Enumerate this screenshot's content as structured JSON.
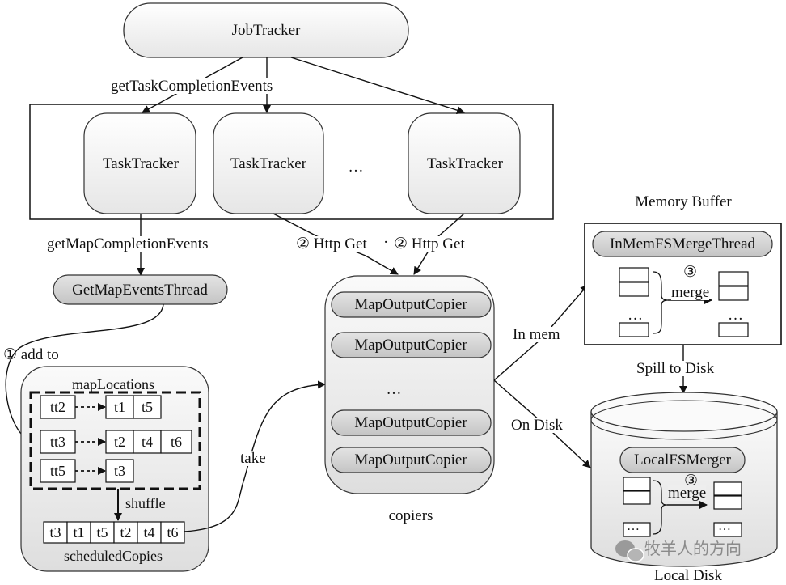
{
  "job_tracker": "JobTracker",
  "get_task_completion_events": "getTaskCompletionEvents",
  "task_trackers": [
    "TaskTracker",
    "TaskTracker",
    "…",
    "TaskTracker"
  ],
  "get_map_completion_events": "getMapCompletionEvents",
  "get_map_events_thread": "GetMapEventsThread",
  "http_get_1": "② Http Get",
  "http_get_sep": "·",
  "http_get_2": "② Http Get",
  "add_to": "① add to",
  "map_locations": {
    "title": "mapLocations",
    "rows": [
      {
        "key": "tt2",
        "cells": [
          "t1",
          "t5"
        ]
      },
      {
        "key": "tt3",
        "cells": [
          "t2",
          "t4",
          "t6"
        ]
      },
      {
        "key": "tt5",
        "cells": [
          "t3"
        ]
      }
    ]
  },
  "shuffle": "shuffle",
  "scheduled_copies": {
    "cells": [
      "t3",
      "t1",
      "t5",
      "t2",
      "t4",
      "t6"
    ],
    "title": "scheduledCopies"
  },
  "take": "take",
  "copiers": {
    "items": [
      "MapOutputCopier",
      "MapOutputCopier",
      "…",
      "MapOutputCopier",
      "MapOutputCopier"
    ],
    "label": "copiers"
  },
  "in_mem": "In mem",
  "on_disk": "On Disk",
  "memory_buffer": {
    "title": "Memory Buffer",
    "thread": "InMemFSMergeThread",
    "merge_num": "③",
    "merge": "merge",
    "ellipsis_left": "…",
    "ellipsis_right": "…"
  },
  "spill_to_disk": "Spill to Disk",
  "local_disk": {
    "title": "Local Disk",
    "merger": "LocalFSMerger",
    "merge_num": "③",
    "merge": "merge",
    "ellipsis_left": "…",
    "ellipsis_right": "…"
  },
  "watermark": "牧羊人的方向"
}
